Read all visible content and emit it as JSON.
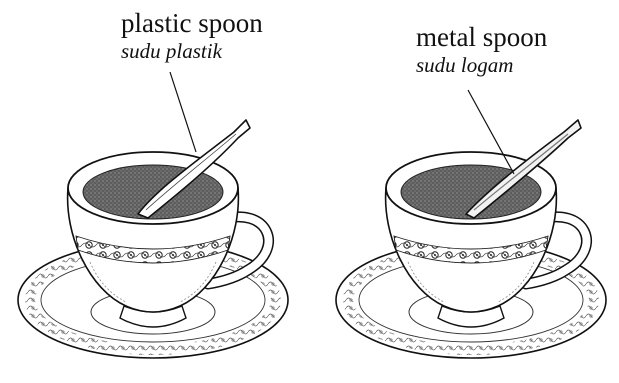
{
  "cups": [
    {
      "label_en": "plastic spoon",
      "label_ms": "sudu plastik"
    },
    {
      "label_en": "metal spoon",
      "label_ms": "sudu logam"
    }
  ],
  "colors": {
    "ink": "#111111",
    "tea": "#6f6f6f",
    "paper": "#ffffff"
  }
}
